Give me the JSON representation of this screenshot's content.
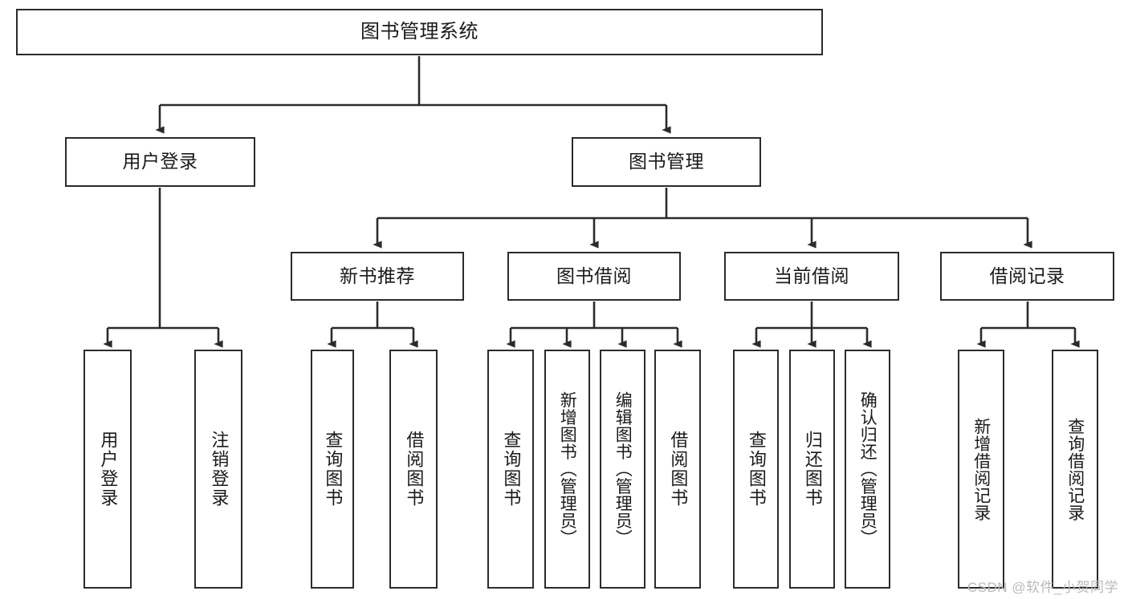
{
  "diagram": {
    "title": "图书管理系统",
    "type": "tree",
    "watermark": "CSDN @软件_小贺同学",
    "colors": {
      "box_border": "#2b2b2b",
      "box_fill": "#ffffff",
      "connector": "#2b2b2b",
      "text": "#1a1a1a",
      "watermark": "#b9b9b9",
      "background": "#ffffff"
    },
    "levels": {
      "root": {
        "label": "图书管理系统"
      },
      "level2": [
        {
          "label": "用户登录"
        },
        {
          "label": "图书管理"
        }
      ],
      "level3": [
        {
          "label": "新书推荐"
        },
        {
          "label": "图书借阅"
        },
        {
          "label": "当前借阅"
        },
        {
          "label": "借阅记录"
        }
      ],
      "leaves": {
        "user_login": [
          {
            "label": "用户登录"
          },
          {
            "label": "注销登录"
          }
        ],
        "new_book_recommend": [
          {
            "label": "查询图书"
          },
          {
            "label": "借阅图书"
          }
        ],
        "book_borrow": [
          {
            "label": "查询图书"
          },
          {
            "label": "新增图书（管理员）"
          },
          {
            "label": "编辑图书（管理员）"
          },
          {
            "label": "借阅图书"
          }
        ],
        "current_borrow": [
          {
            "label": "查询图书"
          },
          {
            "label": "归还图书"
          },
          {
            "label": "确认归还（管理员）"
          }
        ],
        "borrow_record": [
          {
            "label": "新增借阅记录"
          },
          {
            "label": "查询借阅记录"
          }
        ]
      }
    }
  }
}
